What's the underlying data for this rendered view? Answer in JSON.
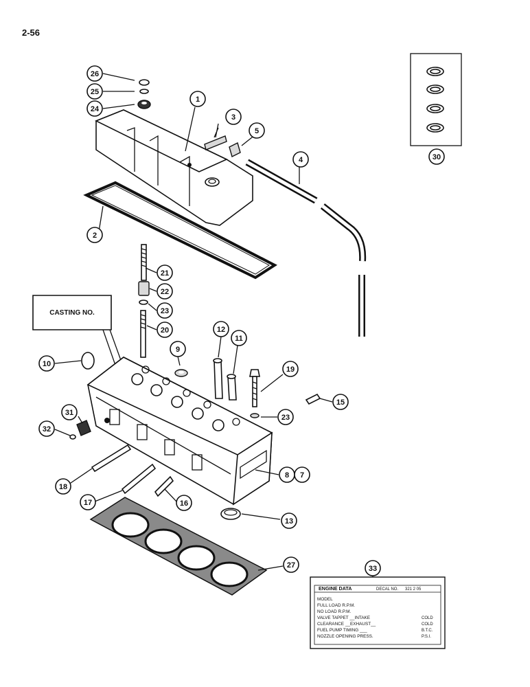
{
  "page": {
    "number": "2-56"
  },
  "casting_label": "CASTING NO.",
  "callouts": {
    "c1": "1",
    "c2": "2",
    "c3": "3",
    "c4": "4",
    "c5": "5",
    "c7": "7",
    "c8": "8",
    "c9": "9",
    "c10": "10",
    "c11": "11",
    "c12": "12",
    "c13": "13",
    "c15": "15",
    "c16": "16",
    "c17": "17",
    "c18": "18",
    "c19": "19",
    "c20": "20",
    "c21": "21",
    "c22": "22",
    "c23a": "23",
    "c23b": "23",
    "c24": "24",
    "c25": "25",
    "c26": "26",
    "c27": "27",
    "c30": "30",
    "c31": "31",
    "c32": "32",
    "c33": "33"
  },
  "decal": {
    "title": "ENGINE DATA",
    "decal_no_label": "DECAL NO.",
    "decal_no": "321 2 05",
    "rows": [
      {
        "label": "MODEL",
        "unit": ""
      },
      {
        "label": "FULL LOAD R.P.M.",
        "unit": ""
      },
      {
        "label": "NO LOAD R.P.M.",
        "unit": ""
      },
      {
        "label": "VALVE TAPPET __INTAKE",
        "unit": "COLD"
      },
      {
        "label": "CLEARANCE __EXHAUST__",
        "unit": "COLD"
      },
      {
        "label": "FUEL PUMP TIMING ___",
        "unit": "B.T.C."
      },
      {
        "label": "NOZZLE OPENING PRESS.",
        "unit": "P.S.I."
      }
    ]
  }
}
